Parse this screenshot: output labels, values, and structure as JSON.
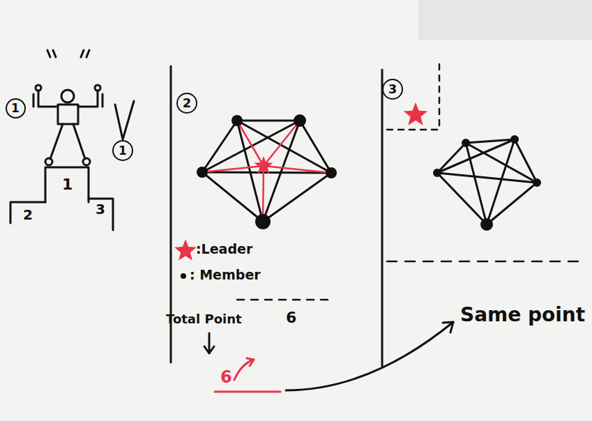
{
  "diagram": {
    "nodes": [
      {
        "text": [
          "1"
        ]
      },
      {
        "text": [
          "1"
        ]
      },
      {
        "text": [
          "2"
        ]
      },
      {
        "text": [
          "3"
        ]
      }
    ],
    "labels": [
      "1",
      "2",
      "3",
      "Total Point",
      "6",
      "6",
      "Same point"
    ],
    "legend": [
      {
        "text": ":Leader"
      },
      {
        "text": ": Member"
      }
    ]
  }
}
